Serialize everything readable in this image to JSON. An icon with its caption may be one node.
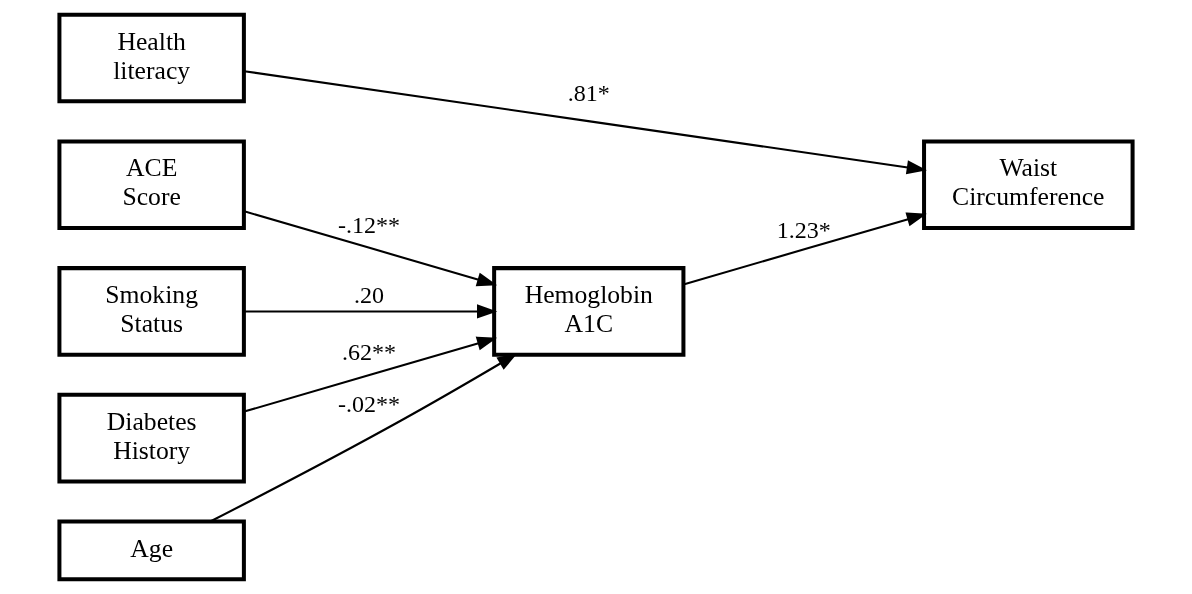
{
  "diagram": {
    "nodes": [
      {
        "text": [
          "ACE Score"
        ]
      },
      {
        "text": [
          "Diabetes History"
        ]
      },
      {
        "text": [
          "Age"
        ]
      },
      {
        "text": [
          "Smoking Status"
        ]
      },
      {
        "text": [
          "Hemoglobin A1C"
        ]
      },
      {
        "text": [
          "Waist Circumference"
        ]
      },
      {
        "text": [
          "Health literacy"
        ]
      }
    ],
    "edges": [
      {
        "from": 0,
        "to": 4,
        "arrow": "to",
        "label": "-.12**"
      },
      {
        "from": 1,
        "to": 4,
        "arrow": "to",
        "label": ".62**"
      },
      {
        "from": 2,
        "to": 4,
        "arrow": "to",
        "label": "-.02**"
      },
      {
        "from": 3,
        "to": 4,
        "arrow": "to",
        "label": ".20"
      },
      {
        "from": 4,
        "to": 5,
        "arrow": "to",
        "label": "1.23*"
      },
      {
        "from": 6,
        "to": 5,
        "arrow": "to",
        "label": ".81*"
      }
    ]
  }
}
